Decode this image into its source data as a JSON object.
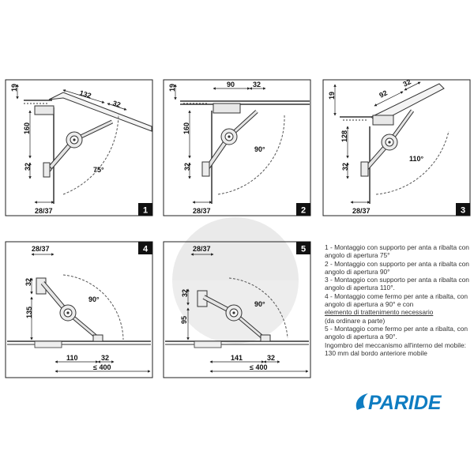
{
  "panels": [
    {
      "number": "1",
      "dim_top": "132",
      "dim_top2": "32",
      "dim_v1": "19",
      "dim_v2": "160",
      "dim_v3": "32",
      "angle": "75°",
      "dim_bottom": "28/37"
    },
    {
      "number": "2",
      "dim_top": "90",
      "dim_top2": "32",
      "dim_v1": "19",
      "dim_v2": "160",
      "dim_v3": "32",
      "angle": "90°",
      "dim_bottom": "28/37"
    },
    {
      "number": "3",
      "dim_top": "92",
      "dim_top2": "32",
      "dim_v1": "19",
      "dim_v2": "128",
      "dim_v3": "32",
      "angle": "110°",
      "dim_bottom": "28/37"
    },
    {
      "number": "4",
      "dim_top": "28/37",
      "dim_v1": "32",
      "dim_v2": "135",
      "angle": "90°",
      "dim_h1": "110",
      "dim_h2": "32",
      "dim_total": "≤ 400"
    },
    {
      "number": "5",
      "dim_top": "28/37",
      "dim_v1": "32",
      "dim_v2": "95",
      "angle": "90°",
      "dim_h1": "141",
      "dim_h2": "32",
      "dim_total": "≤ 400"
    }
  ],
  "description": {
    "line1": "1 - Montaggio con supporto per anta a ribalta con angolo di apertura 75°",
    "line2": "2 - Montaggio con supporto per anta a ribalta con angolo di apertura 90°",
    "line3": "3 - Montaggio con supporto per anta a ribalta con angolo di apertura 110°.",
    "line4a": "4 - Montaggio come fermo per ante a ribalta, con angolo di apertura a 90° e con",
    "line4b": "elemento di trattenimento necessario",
    "line4c": "(da ordinare a parte)",
    "line5": "5 - Montaggio come fermo per ante a ribalta, con angolo di apertura a 90°.",
    "line6": "Ingombro del meccanismo all'interno del mobile: 130 mm dal bordo anteriore mobile"
  },
  "brand": {
    "name": "PARIDE",
    "color": "#0e7cc1"
  },
  "colors": {
    "line": "#333333",
    "watermark": "#d9d9d9"
  }
}
